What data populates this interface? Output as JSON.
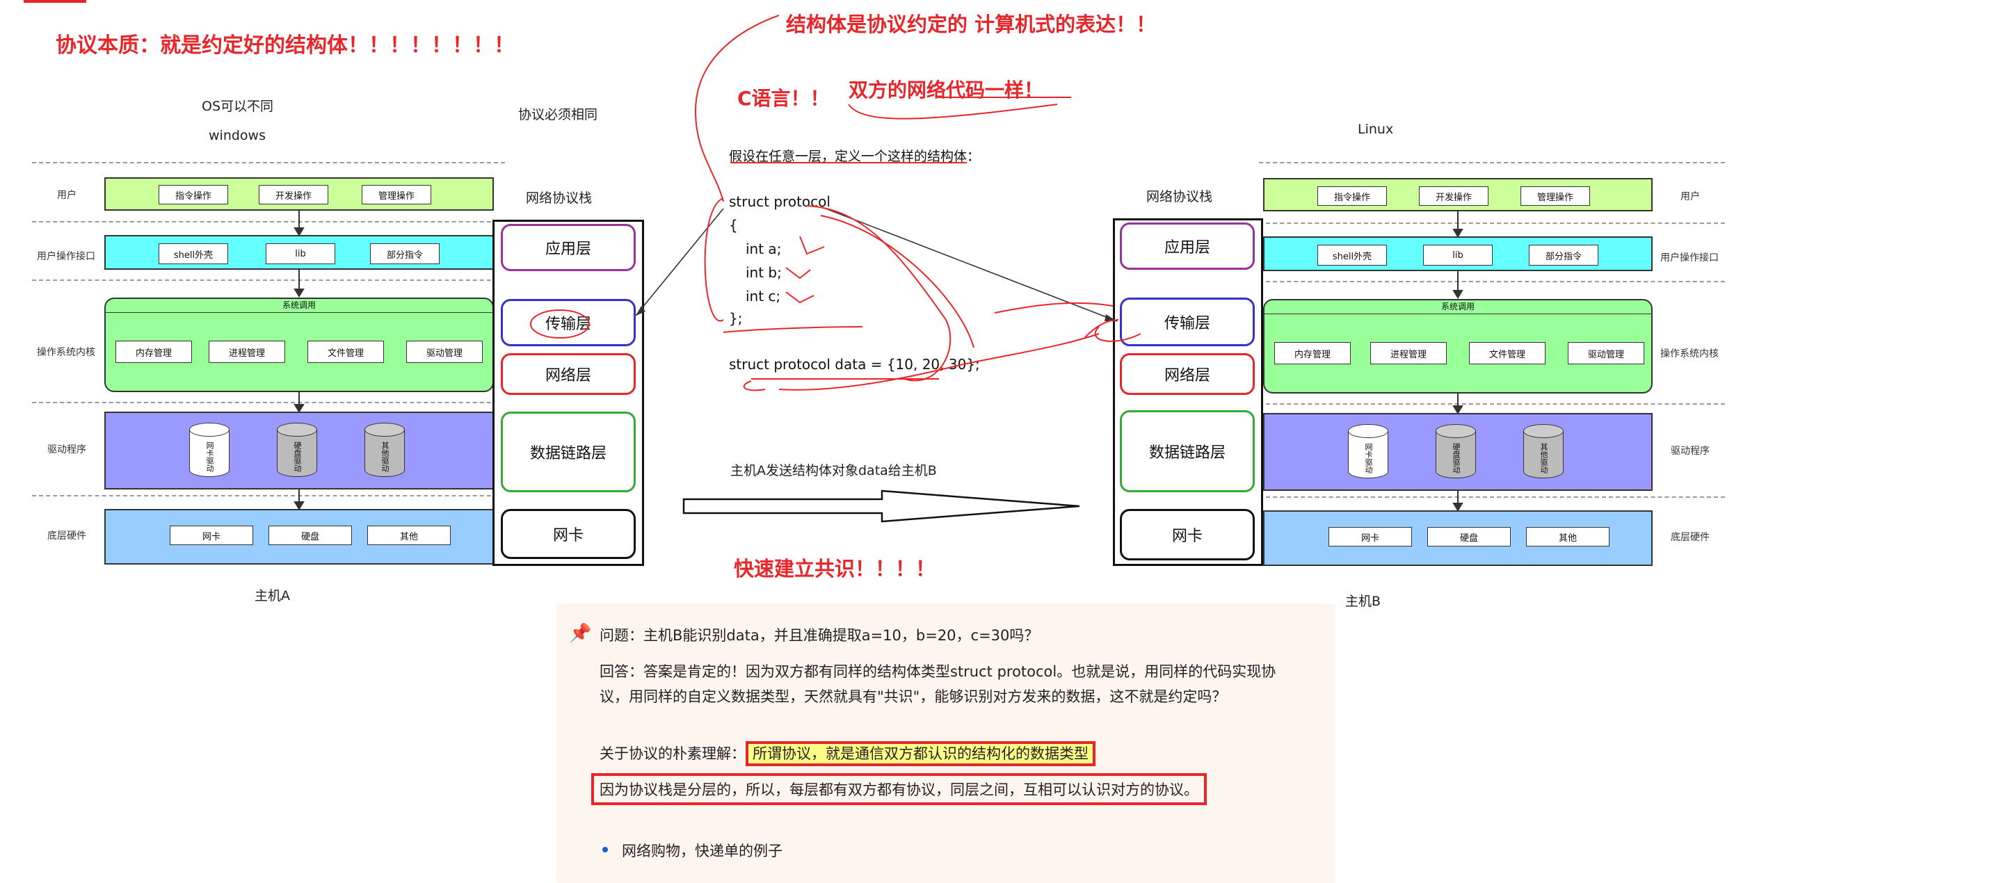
{
  "titles": {
    "essence": "协议本质：就是约定好的结构体！！！！！！！！",
    "struct_expr": "结构体是协议约定的 计算机式的表达！！",
    "c_lang": "C语言！！",
    "same_code": "双方的网络代码一样！",
    "consensus": "快速建立共识！！！！"
  },
  "labels": {
    "os_differ": "OS可以不同",
    "windows": "windows",
    "proto_same": "协议必须相同",
    "linux": "Linux",
    "stack_left": "网络协议栈",
    "stack_right": "网络协议栈",
    "host_a": "主机A",
    "host_b": "主机B",
    "send_caption": "主机A发送结构体对象data给主机B"
  },
  "code": {
    "intro": "假设在任意一层，定义一个这样的结构体：",
    "l1": "struct protocol",
    "l2": "{",
    "l3": "int a;",
    "l4": "int b;",
    "l5": "int c;",
    "l6": "};",
    "l7": "struct protocol data = {10, 20, 30};"
  },
  "os_layers": {
    "user": "用户",
    "user_if": "用户操作接口",
    "kernel": "操作系统内核",
    "driver": "驱动程序",
    "hardware": "底层硬件",
    "syscall": "系统调用"
  },
  "os_items": {
    "cmd": "指令操作",
    "dev": "开发操作",
    "mgmt": "管理操作",
    "shell": "shell外壳",
    "lib": "lib",
    "partcmd": "部分指令",
    "mem": "内存管理",
    "proc": "进程管理",
    "file": "文件管理",
    "drv": "驱动管理",
    "d1": "网卡驱动",
    "d2": "硬盘驱动",
    "d3": "其他驱动",
    "nic": "网卡",
    "disk": "硬盘",
    "other": "其他"
  },
  "stack": {
    "app": "应用层",
    "trans": "传输层",
    "net": "网络层",
    "link": "数据链路层",
    "nic": "网卡"
  },
  "note": {
    "question": "问题：主机B能识别data，并且准确提取a=10，b=20，c=30吗？",
    "answer1": "回答：答案是肯定的！因为双方都有同样的结构体类型struct protocol。也就是说，用同样的代码实现协",
    "answer2": "议，用同样的自定义数据类型，天然就具有\"共识\"，能够识别对方发来的数据，这不就是约定吗？",
    "simple_prefix": "关于协议的朴素理解：",
    "simple_highlight": "所谓协议，就是通信双方都认识的结构化的数据类型",
    "layered": "因为协议栈是分层的，所以，每层都有双方都有协议，同层之间，互相可以认识对方的协议。",
    "bullet": "网络购物，快递单的例子"
  },
  "colors": {
    "red": "#e8262a",
    "user_band": "#ccff99",
    "if_band": "#66ffff",
    "kernel_band": "#99ff99",
    "driver_band": "#9999ff",
    "hw_band": "#99ccff",
    "app_border": "#993399",
    "trans_border": "#3333cc",
    "net_border": "#e8262a",
    "link_border": "#33aa33",
    "note_bg": "#fdf6ee",
    "highlight": "#ffff88"
  },
  "icons": {
    "pin": "pushpin-icon",
    "bullet": "bullet-icon"
  }
}
